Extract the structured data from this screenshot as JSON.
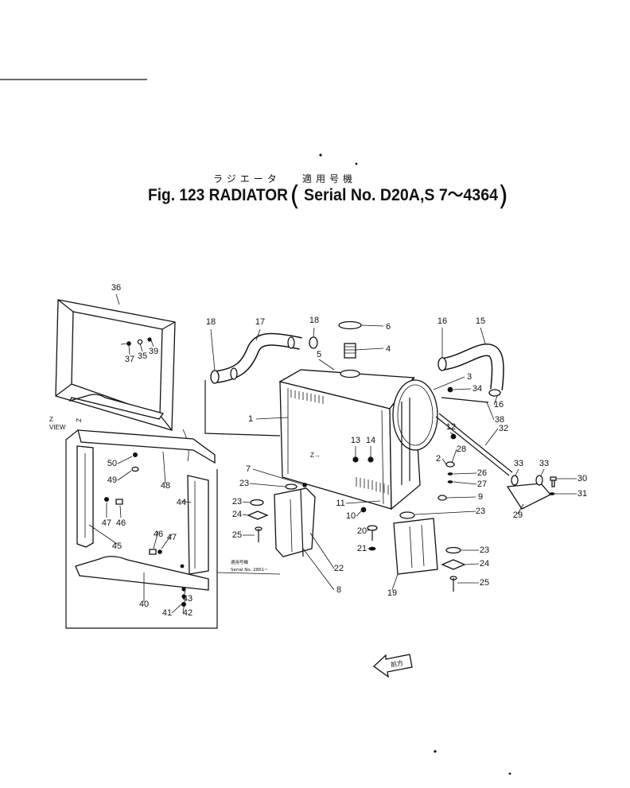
{
  "title": {
    "jp": "ラジエータ",
    "jp_serial": "適用号機",
    "fig": "Fig. 123 RADIATOR",
    "paren_open": "(",
    "serial": "Serial No. D20A,S 7～4364",
    "paren_close": ")"
  },
  "view_label": {
    "z": "Z",
    "view": "VIEW",
    "z_rotated": "Z"
  },
  "serial_note": {
    "jp": "適用号機",
    "en": "Serial No. 2861~"
  },
  "radiator_mark": "Z→",
  "direction_arrow": {
    "label": "前方"
  },
  "callouts": [
    "36",
    "37",
    "35",
    "39",
    "18",
    "17",
    "18",
    "6",
    "4",
    "5",
    "16",
    "15",
    "3",
    "34",
    "16",
    "38",
    "32",
    "1",
    "13",
    "14",
    "12",
    "2",
    "28",
    "26",
    "27",
    "33",
    "33",
    "30",
    "31",
    "29",
    "9",
    "7",
    "23",
    "23",
    "24",
    "25",
    "11",
    "10",
    "23",
    "20",
    "21",
    "22",
    "8",
    "23",
    "24",
    "25",
    "19",
    "50",
    "49",
    "48",
    "44",
    "47",
    "46",
    "45",
    "46",
    "47",
    "40",
    "43",
    "42",
    "41"
  ]
}
